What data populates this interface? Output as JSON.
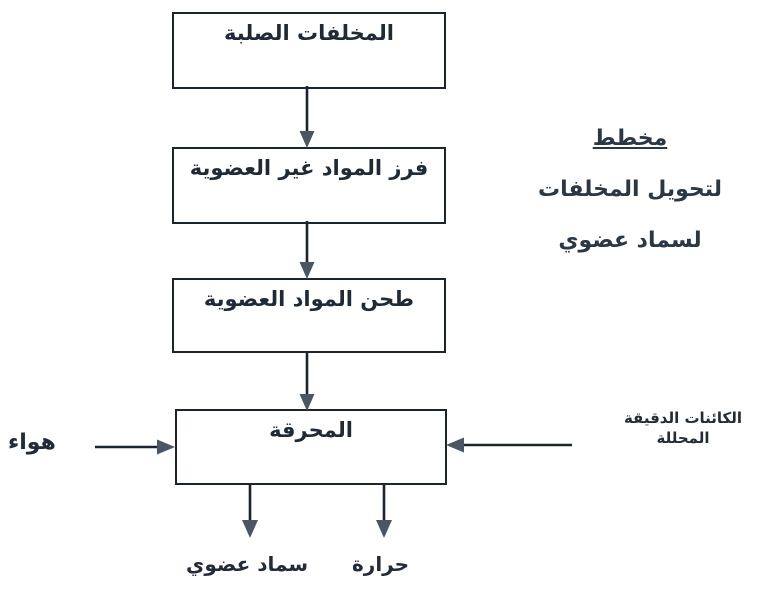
{
  "diagram": {
    "language": "ar",
    "title_lines": [
      {
        "text": "مخطط",
        "underlined": true
      },
      {
        "text": "لتحويل المخلفات",
        "underlined": false
      },
      {
        "text": "لسماد عضوي",
        "underlined": false
      }
    ],
    "boxes": [
      {
        "id": "box-1",
        "label": "المخلفات  الصلبة"
      },
      {
        "id": "box-2",
        "label": "فرز المواد غير العضوية"
      },
      {
        "id": "box-3",
        "label": "طحن المواد العضوية"
      },
      {
        "id": "box-4",
        "label": "المحرقة"
      }
    ],
    "inputs": [
      {
        "id": "air",
        "label": "هواء",
        "side": "left"
      },
      {
        "id": "microbes",
        "label": "الكائنات الدقيقة المحللة",
        "side": "right"
      }
    ],
    "outputs": [
      {
        "id": "compost",
        "label": "سماد عضوي"
      },
      {
        "id": "heat",
        "label": "حرارة"
      }
    ],
    "colors": {
      "background": "#ffffff",
      "stroke": "#1b2430",
      "text": "#1f2a37",
      "title_text": "#2a3744"
    }
  }
}
